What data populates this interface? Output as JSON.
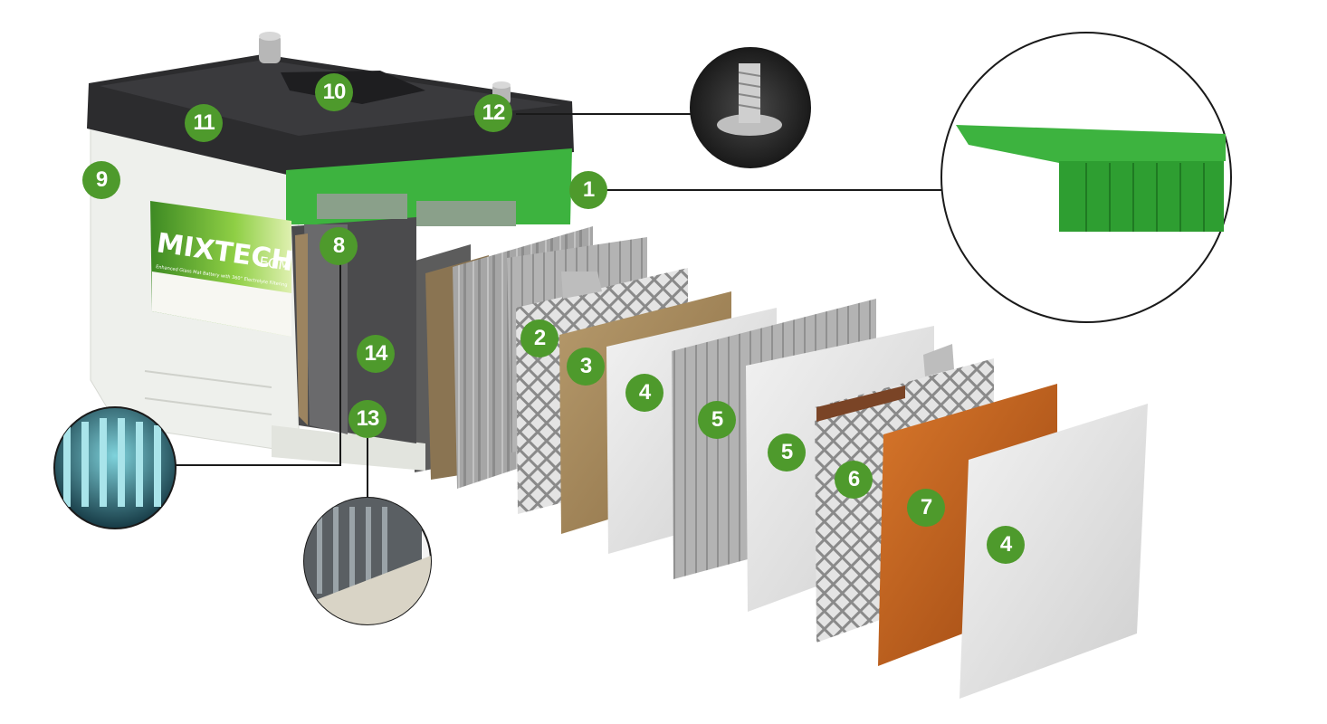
{
  "battery": {
    "brand_name": "MIXTECH",
    "brand_suffix": "EGM",
    "brand_tagline": "Enhanced Glass Mat Battery with 360° Electrolyte Filtering",
    "label_bg_color": "#7cbf3a",
    "case_color": "#eef0ec",
    "lid_color": "#2c2c2e",
    "green_part_color": "#3db33f"
  },
  "callouts": [
    {
      "id": "callout-1",
      "number": "1"
    },
    {
      "id": "callout-2",
      "number": "2"
    },
    {
      "id": "callout-3",
      "number": "3"
    },
    {
      "id": "callout-4a",
      "number": "4"
    },
    {
      "id": "callout-4b",
      "number": "4"
    },
    {
      "id": "callout-5a",
      "number": "5"
    },
    {
      "id": "callout-5b",
      "number": "5"
    },
    {
      "id": "callout-6",
      "number": "6"
    },
    {
      "id": "callout-7",
      "number": "7"
    },
    {
      "id": "callout-8",
      "number": "8"
    },
    {
      "id": "callout-9",
      "number": "9"
    },
    {
      "id": "callout-10",
      "number": "10"
    },
    {
      "id": "callout-11",
      "number": "11"
    },
    {
      "id": "callout-12",
      "number": "12"
    },
    {
      "id": "callout-13",
      "number": "13"
    },
    {
      "id": "callout-14",
      "number": "14"
    }
  ],
  "badge_color": "#4e9a2c",
  "icons": [
    "terminal-bolt-icon",
    "green-cell-connector-icon",
    "cell-plates-closeup-icon",
    "case-bottom-closeup-icon"
  ]
}
